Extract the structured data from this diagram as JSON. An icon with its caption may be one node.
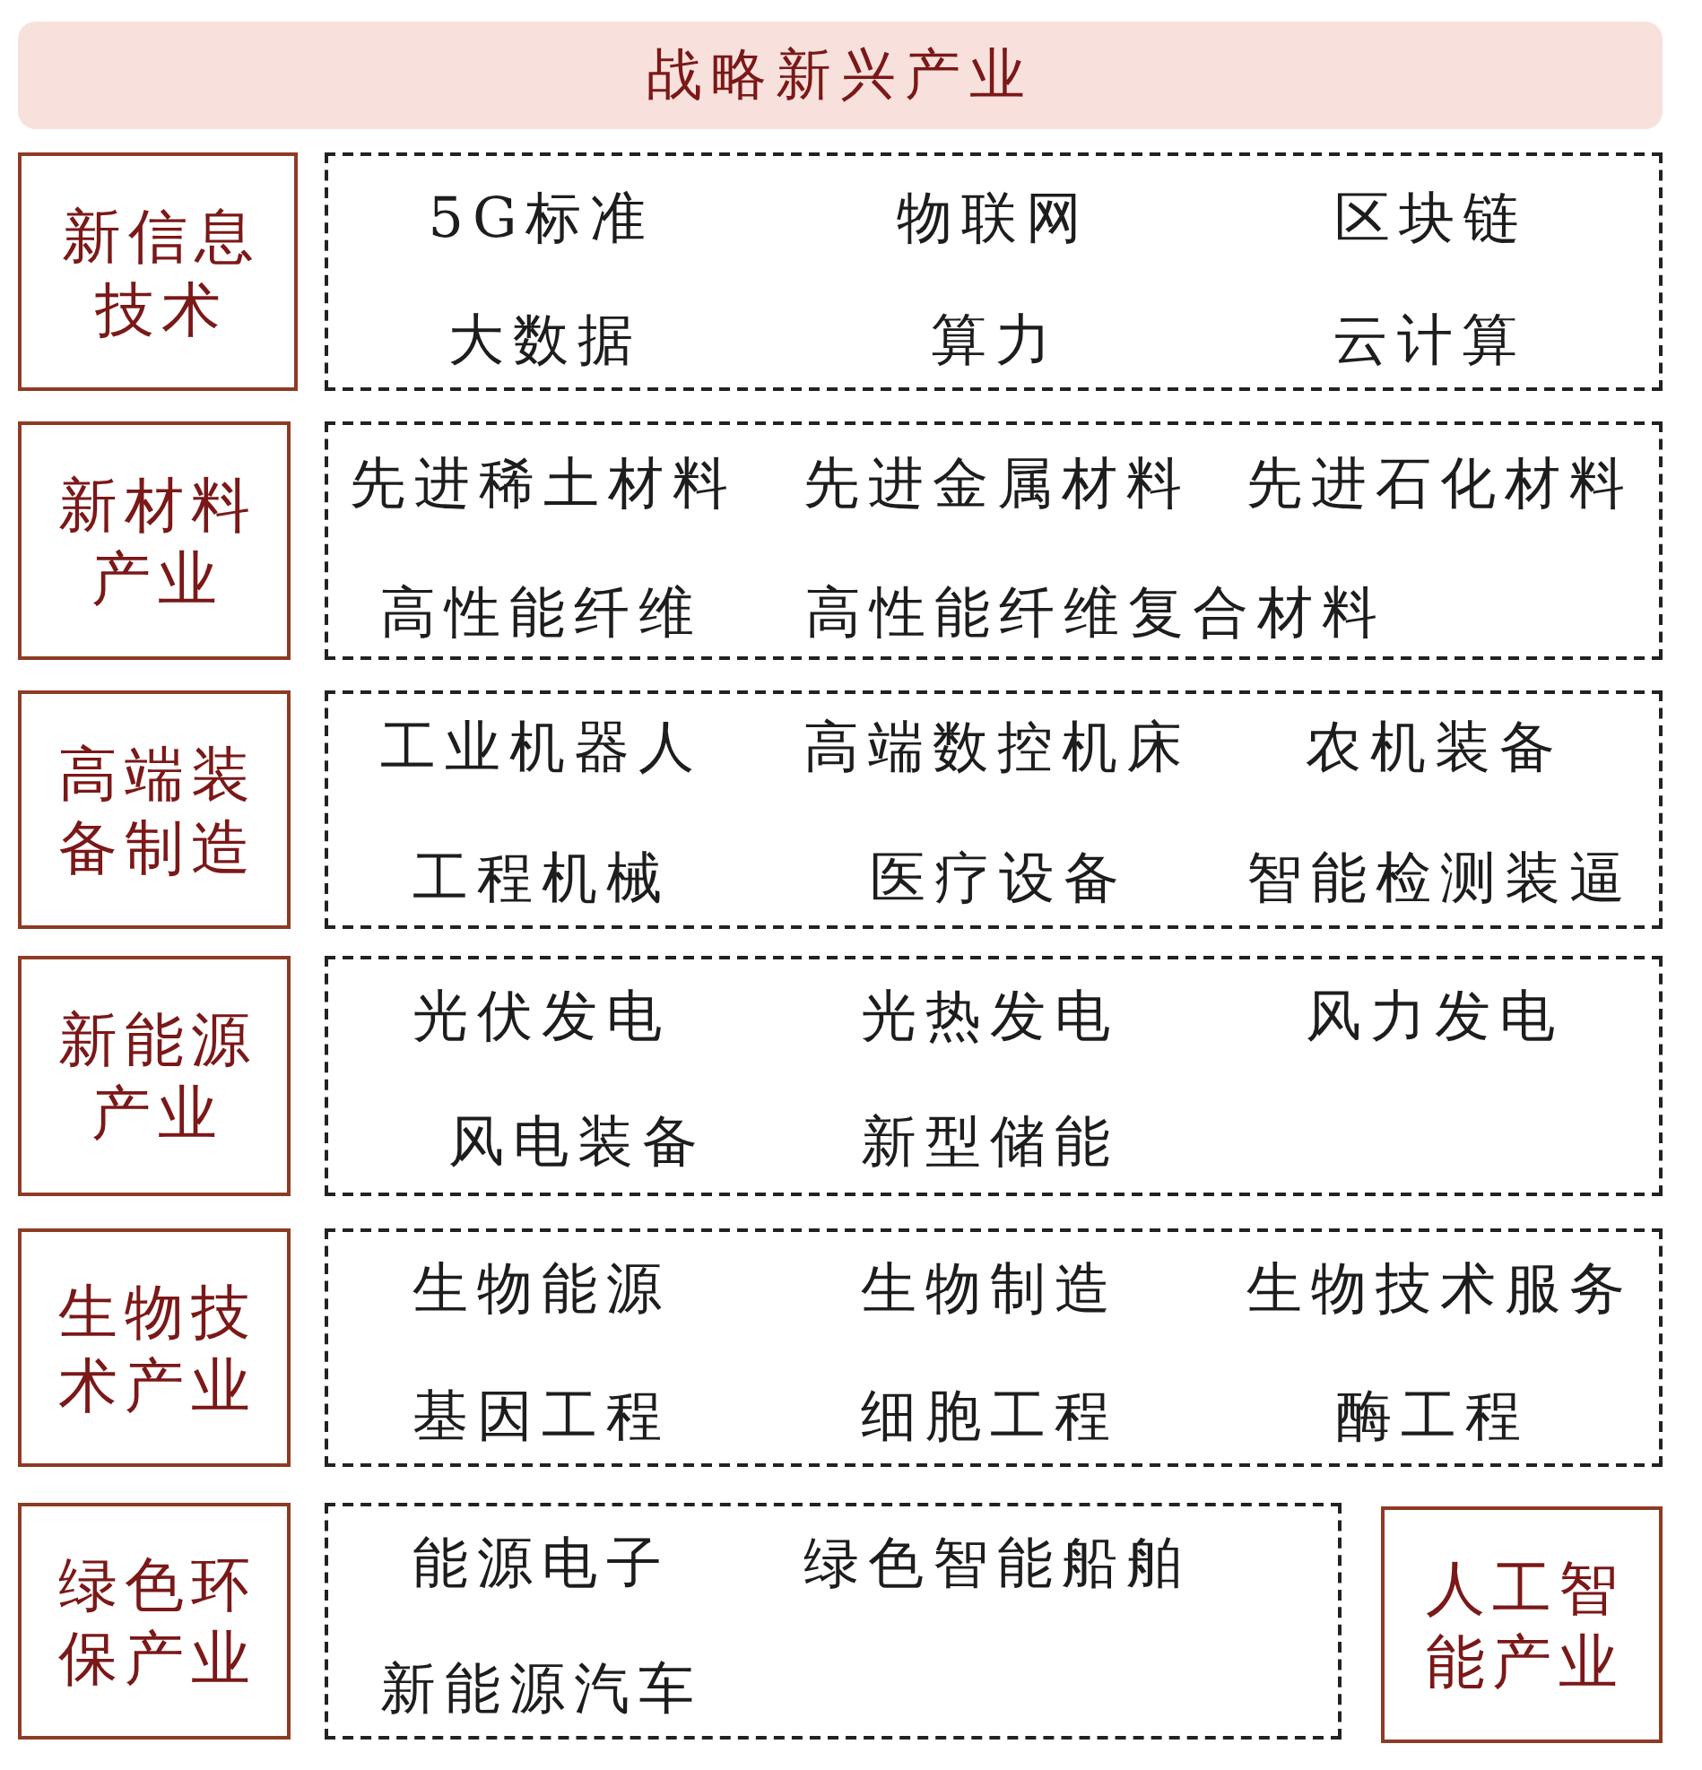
{
  "diagram": {
    "nodes": [
      {
        "text": [
          "战略新兴产业"
        ]
      },
      {
        "text": [
          "新信息技术"
        ]
      },
      {
        "text": [
          "5G标准",
          "物联网",
          "区块链",
          "大数据",
          "算力",
          "云计算"
        ]
      },
      {
        "text": [
          "新材料产业"
        ]
      },
      {
        "text": [
          "先进稀土材料",
          "先进金属材料",
          "先进石化材料",
          "高性能纤维",
          "高性能纤维复合材料"
        ]
      },
      {
        "text": [
          "高端装备制造"
        ]
      },
      {
        "text": [
          "工业机器人",
          "高端数控机床",
          "农机装备",
          "工程机械",
          "医疗设备",
          "智能检测装逼"
        ]
      },
      {
        "text": [
          "新能源产业"
        ]
      },
      {
        "text": [
          "光伏发电",
          "光热发电",
          "风力发电",
          "风电装备",
          "新型储能"
        ]
      },
      {
        "text": [
          "生物技术产业"
        ]
      },
      {
        "text": [
          "生物能源",
          "生物制造",
          "生物技术服务",
          "基因工程",
          "细胞工程",
          "酶工程"
        ]
      },
      {
        "text": [
          "绿色环保产业"
        ]
      },
      {
        "text": [
          "能源电子",
          "绿色智能船舶",
          "新能源汽车"
        ]
      },
      {
        "text": [
          "人工智能产业"
        ]
      }
    ],
    "edges": []
  }
}
